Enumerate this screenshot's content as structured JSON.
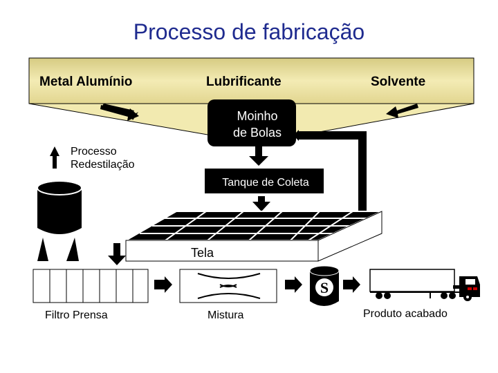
{
  "title": "Processo de fabricação",
  "hopper": {
    "metal_label": "Metal Alumínio",
    "lubricant_label": "Lubrificante",
    "solvent_label": "Solvente"
  },
  "mill_label": "Moinho\nde Bolas",
  "redistillation_label": "Processo\nRedestilação",
  "tank_label": "Tanque de Coleta",
  "screen_label": "Tela",
  "filter_label": "Filtro Prensa",
  "mixing_label": "Mistura",
  "product_label": "Produto acabado",
  "colors": {
    "title": "#1f2b8f",
    "hopper_fill": "#efe6a8",
    "hopper_fill_dark": "#c9bd70",
    "box_fill": "#000000"
  }
}
